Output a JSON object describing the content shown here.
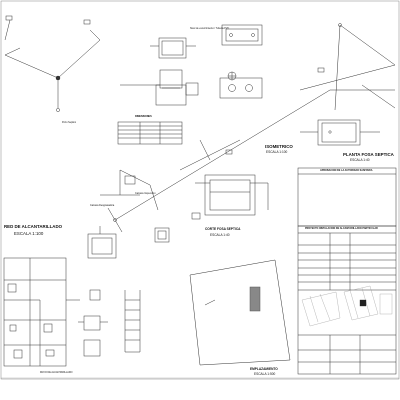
{
  "sheet": {
    "isometric_title": "ISOMETRICO",
    "isometric_scale": "ESCALA 1:100",
    "septic_plan_title": "PLANTA FOSA SEPTICA",
    "septic_plan_scale": "ESCALA 1:40",
    "sewer_network_title": "RED DE ALCANTARILLADO",
    "sewer_network_scale": "ESCALA 1:100",
    "septic_section_title": "CORTE FOSA SEPTICA",
    "septic_section_scale": "ESCALA 1:40",
    "siting_title": "EMPLAZAMIENTO",
    "siting_scale": "ESCALA 1:500",
    "approval_title": "APROBACION DE LA AUTORIDAD SANITARIA",
    "project_title": "PROYECTO INSTALACION DE ALCANTARILLADO PARTICULAR",
    "drain_chamber": "Camara Desgrasadora",
    "inspection_chamber": "Camara Inspeccion",
    "pozo_septico": "Pozo Septico",
    "dimensions_table_title": "DIMENSIONES",
    "legend_line": "Nivel de escurrimiento / Tuberia PVC",
    "footer_note": "MAYO DE ALCANTARILLADO"
  }
}
